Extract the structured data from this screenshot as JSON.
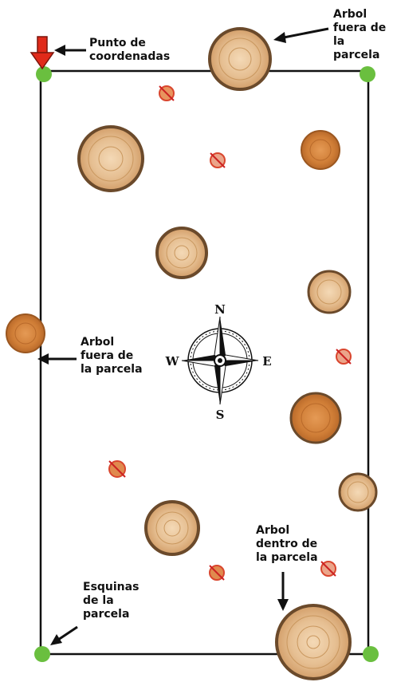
{
  "labels": {
    "coordinate_point": "Punto de\ncoordenadas",
    "tree_outside_top": "Arbol\nfuera de\nla parcela",
    "tree_outside_left": "Arbol\nfuera de\nla parcela",
    "tree_inside": "Arbol\ndentro de\nla parcela",
    "plot_corners": "Esquinas\nde la\nparcela"
  },
  "compass": {
    "north": "N",
    "south": "S",
    "east": "E",
    "west": "W"
  },
  "colors": {
    "plot_border": "#111111",
    "corner_marker": "#6abf3f",
    "coordinate_arrow": "#e02a1a",
    "stump_marker": "#d9462e",
    "wood_light": "#e2b98d",
    "wood_dark": "#c98646",
    "bark": "#6b4a2b"
  }
}
